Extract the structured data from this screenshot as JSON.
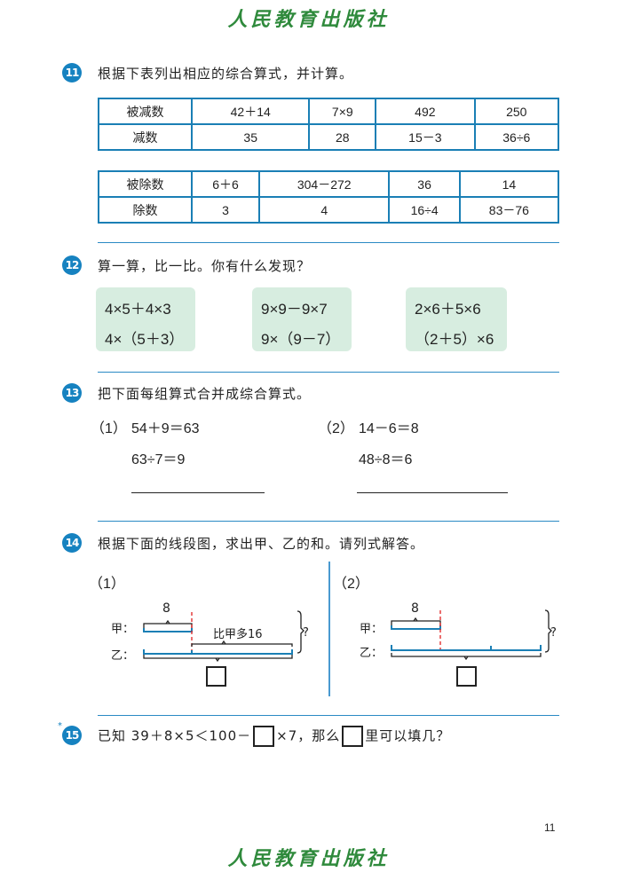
{
  "header": {
    "logo": "人民教育出版社"
  },
  "q11": {
    "num": "11",
    "text": "根据下表列出相应的综合算式，并计算。",
    "table1": [
      [
        "被减数",
        "42＋14",
        "7×9",
        "492",
        "250"
      ],
      [
        "减数",
        "35",
        "28",
        "15－3",
        "36÷6"
      ]
    ],
    "table2": [
      [
        "被除数",
        "6＋6",
        "304－272",
        "36",
        "14"
      ],
      [
        "除数",
        "3",
        "4",
        "16÷4",
        "83－76"
      ]
    ]
  },
  "q12": {
    "num": "12",
    "text": "算一算，比一比。你有什么发现？",
    "boxes": [
      [
        "4×5＋4×3",
        "4×（5＋3）"
      ],
      [
        "9×9－9×7",
        "9×（9－7）"
      ],
      [
        "2×6＋5×6",
        "（2＋5）×6"
      ]
    ]
  },
  "q13": {
    "num": "13",
    "text": "把下面每组算式合并成综合算式。",
    "p1": {
      "label": "（1）",
      "eq1": "54＋9＝63",
      "eq2": "63÷7＝9"
    },
    "p2": {
      "label": "（2）",
      "eq1": "14－6＝8",
      "eq2": "48÷8＝6"
    }
  },
  "q14": {
    "num": "14",
    "text": "根据下面的线段图，求出甲、乙的和。请列式解答。",
    "d1": {
      "label": "（1）",
      "jia": "甲：",
      "yi": "乙：",
      "n": "8",
      "more": "比甲多16",
      "q": "?"
    },
    "d2": {
      "label": "（2）",
      "jia": "甲：",
      "yi": "乙：",
      "n": "8",
      "q": "?"
    }
  },
  "q15": {
    "num": "15",
    "star": "*",
    "t1": "已知 39＋8×5＜100－",
    "t2": "×7，那么",
    "t3": "里可以填几？"
  },
  "footer": {
    "page": "11",
    "logo": "人民教育出版社"
  }
}
